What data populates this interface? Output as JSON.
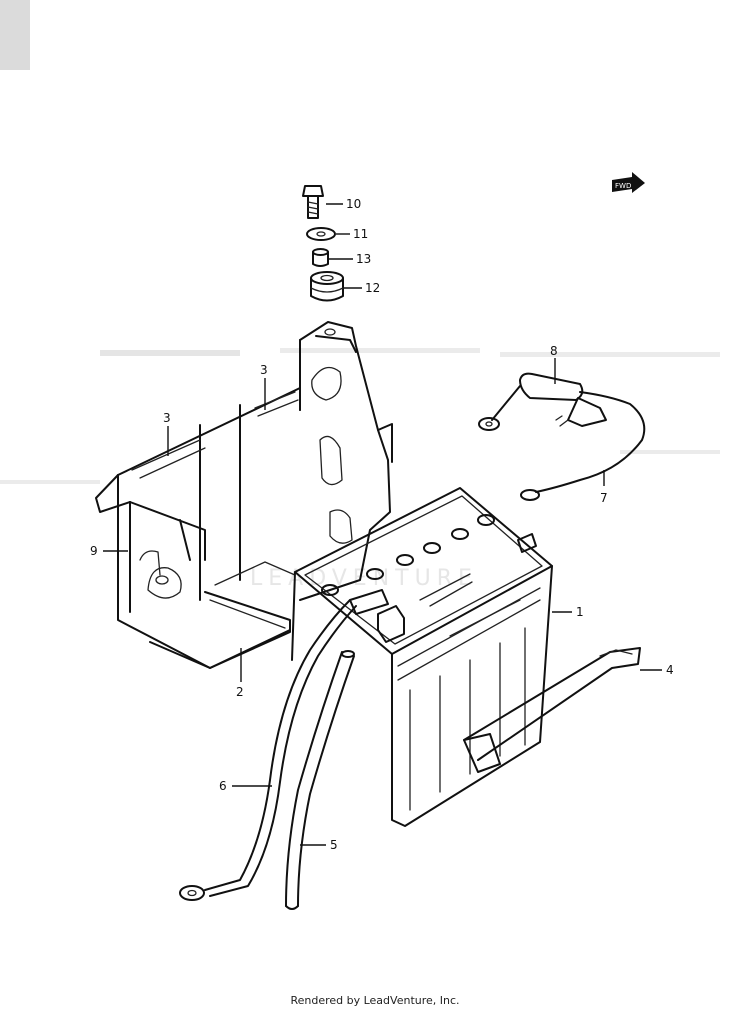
{
  "watermark": "LEADVENTURE",
  "direction_marker": "FWD",
  "footer": "Rendered by LeadVenture, Inc.",
  "callouts": {
    "c1": "1",
    "c2": "2",
    "c3a": "3",
    "c3b": "3",
    "c4": "4",
    "c5": "5",
    "c6": "6",
    "c7": "7",
    "c8": "8",
    "c9": "9",
    "c10": "10",
    "c11": "11",
    "c12": "12",
    "c13": "13"
  },
  "parts": [
    {
      "ref": "1",
      "name": "battery"
    },
    {
      "ref": "2",
      "name": "battery-tray-plate"
    },
    {
      "ref": "3",
      "name": "cushion"
    },
    {
      "ref": "4",
      "name": "battery-strap"
    },
    {
      "ref": "5",
      "name": "breather-hose"
    },
    {
      "ref": "6",
      "name": "negative-lead"
    },
    {
      "ref": "7",
      "name": "positive-lead"
    },
    {
      "ref": "8",
      "name": "terminal-cover"
    },
    {
      "ref": "9",
      "name": "battery-holder-case"
    },
    {
      "ref": "10",
      "name": "bolt"
    },
    {
      "ref": "11",
      "name": "washer"
    },
    {
      "ref": "12",
      "name": "cushion-grommet"
    },
    {
      "ref": "13",
      "name": "spacer"
    }
  ]
}
